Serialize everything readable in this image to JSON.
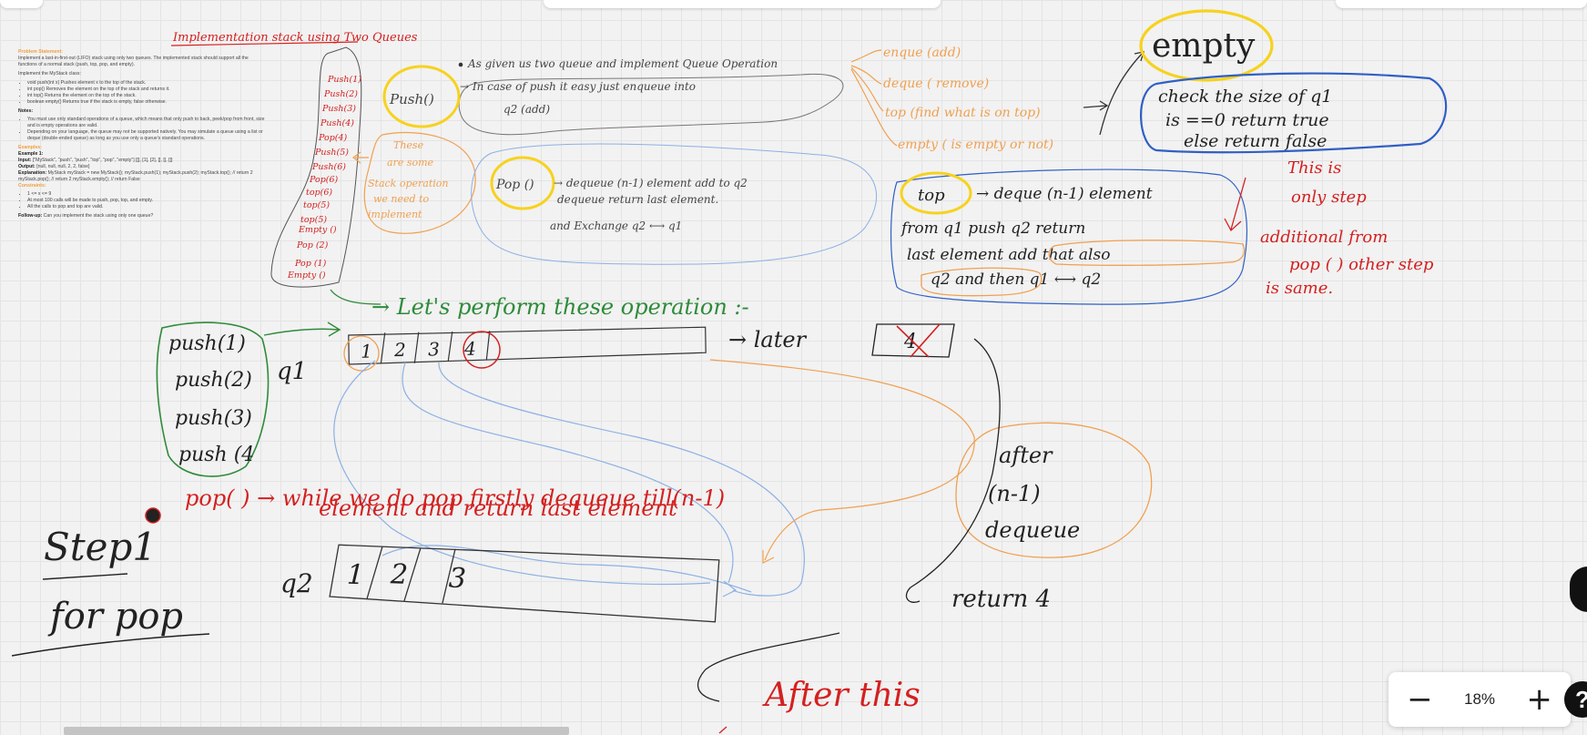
{
  "board": {
    "title": "Implementation stack using Two Queues",
    "problem": {
      "statement_heading": "Problem Statement:",
      "statement_text": "Implement a last-in-first-out (LIFO) stack using only two queues. The implemented stack should support all the functions of a normal stack (push, top, pop, and empty).",
      "class_line": "Implement the MyStack class:",
      "methods": [
        "void push(int x) Pushes element x to the top of the stack.",
        "int pop() Removes the element on the top of the stack and returns it.",
        "int top() Returns the element on the top of the stack.",
        "boolean empty() Returns true if the stack is empty, false otherwise."
      ],
      "notes_heading": "Notes:",
      "notes": [
        "You must use only standard operations of a queue, which means that only push to back, peek/pop from front, size and is empty operations are valid.",
        "Depending on your language, the queue may not be supported natively. You may simulate a queue using a list or deque (double-ended queue) as long as you use only a queue's standard operations."
      ],
      "examples_heading": "Examples:",
      "example_label": "Example 1:",
      "input_label": "Input:",
      "input_text": "[\"MyStack\", \"push\", \"push\", \"top\", \"pop\", \"empty\"] [[], [1], [2], [], [], []]",
      "output_label": "Output:",
      "output_text": "[null, null, null, 2, 2, false]",
      "explanation_label": "Explanation:",
      "explanation_text": "MyStack myStack = new MyStack(); myStack.push(1); myStack.push(2); myStack.top(); // return 2 myStack.pop(); // return 2 myStack.empty(); // return False",
      "constraints_heading": "Constraints:",
      "constraints": [
        "1 <= x <= 9",
        "At most 100 calls will be made to push, pop, top, and empty.",
        "All the calls to pop and top are valid."
      ],
      "followup_label": "Follow-up:",
      "followup_text": "Can you implement the stack using only one queue?"
    },
    "op_list": [
      "Push(1)",
      "Push(2)",
      "Push(3)",
      "Push(4)",
      "Pop(4)",
      "Push(5)",
      "Push(6)",
      "Pop(6)",
      "top(6)",
      "top(5)",
      "top(5)",
      "Empty ()",
      "Pop (2)",
      "Pop (1)",
      "Empty ()"
    ],
    "op_note": [
      "These",
      "are some",
      "Stack operation",
      "we need to",
      "implement"
    ],
    "intro_line1": "As given us two queue and implement Queue Operation",
    "push_box": "Push()",
    "push_desc_line1": "→ In case of push it easy just enqueue into",
    "push_desc_line2": "q2 (add)",
    "pop_box": "Pop ()",
    "pop_desc_line1": "→ dequeue (n-1) element add to q2",
    "pop_desc_line2": "dequeue return last element.",
    "pop_desc_line3": "and Exchange q2 ⟷ q1",
    "queue_ops": [
      "enque (add)",
      "deque ( remove)",
      "top (find what is on top)",
      "empty ( is empty or not)"
    ],
    "empty_word": "empty",
    "empty_desc_line1": "check the size of q1",
    "empty_desc_line2": "is ==0 return true",
    "empty_desc_line3": "else return false",
    "top_box": "top",
    "top_desc_line1": "→ deque (n-1) element",
    "top_desc_line2": "from q1 push q2 return",
    "top_desc_line3": "last element add that also",
    "top_desc_line4": "q2 and then q1 ⟷ q2",
    "only_step_lines": [
      "This is",
      "only step",
      "additional from",
      "pop ( ) other step",
      "is same."
    ],
    "perform_line": "→ Let's perform these operation :-",
    "push_calls": [
      "push(1)",
      "push(2)",
      "push(3)",
      "push (4"
    ],
    "q1_label": "q1",
    "q1_values": [
      "1",
      "2",
      "3",
      "4"
    ],
    "later_label": "→ later",
    "removed_value": "4",
    "pop_explain_line1": "pop( ) → while we do pop firstly dequeue till(n-1)",
    "pop_explain_line2": "element and return last element",
    "q2_label": "q2",
    "q2_values": [
      "1",
      "2",
      "3"
    ],
    "after_lines": [
      "after",
      "(n-1)",
      "dequeue"
    ],
    "return_label": "return 4",
    "step_label": "Step1",
    "for_pop_label": "for pop",
    "after_this_label": "After this"
  },
  "zoom": {
    "minus_label": "−",
    "level": "18%",
    "plus_label": "+"
  },
  "help_label": "?",
  "colors": {
    "background": "#f2f2f2",
    "grid": "#e4e4e4",
    "red_ink": "#d42020",
    "orange_ink": "#f0a050",
    "yellow_marker": "#f7d21e",
    "blue_ink": "#2f5fc6",
    "light_blue_ink": "#8cb0e4",
    "green_ink": "#2e8b3a",
    "dark_ink": "#333333"
  }
}
